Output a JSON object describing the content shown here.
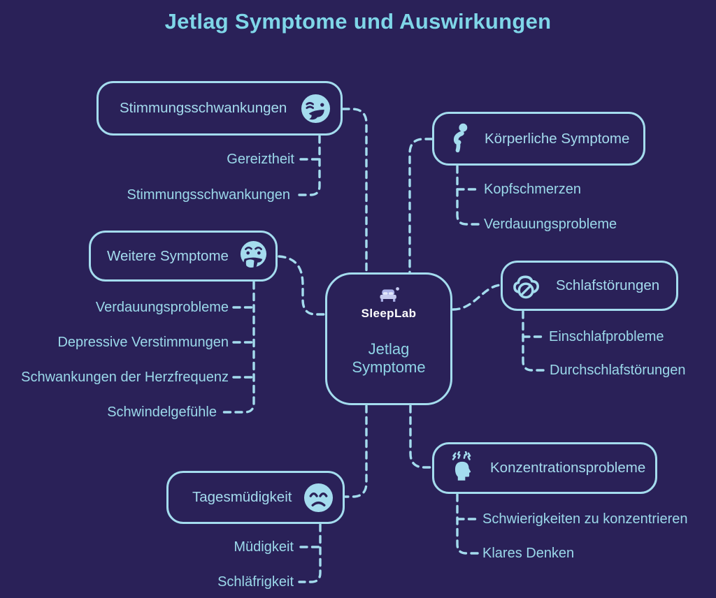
{
  "title": "Jetlag Symptome und Auswirkungen",
  "colors": {
    "background": "#2a2158",
    "accent": "#a4dcee",
    "title_text": "#7fd6e8",
    "logo_text": "#ffffff"
  },
  "center": {
    "logo": "SleepLab",
    "logo_icon": "bed-moon-icon",
    "label": "Jetlag Symptome"
  },
  "branches": [
    {
      "id": "stimmungsschwankungen",
      "label": "Stimmungsschwankungen",
      "icon": "zany-face-icon",
      "children": [
        "Gereiztheit",
        "Stimmungsschwankungen"
      ]
    },
    {
      "id": "koerperliche-symptome",
      "label": "Körperliche Symptome",
      "icon": "aching-person-icon",
      "children": [
        "Kopfschmerzen",
        "Verdauungsprobleme"
      ]
    },
    {
      "id": "weitere-symptome",
      "label": "Weitere Symptome",
      "icon": "nauseated-face-icon",
      "children": [
        "Verdauungsprobleme",
        "Depressive Verstimmungen",
        "Schwankungen der Herzfrequenz",
        "Schwindelgefühle"
      ]
    },
    {
      "id": "schlafstoerungen",
      "label": "Schlafstörungen",
      "icon": "no-sleep-cloud-icon",
      "children": [
        "Einschlafprobleme",
        "Durchschlafstörungen"
      ]
    },
    {
      "id": "tagesmuedigkeit",
      "label": "Tagesmüdigkeit",
      "icon": "weary-face-icon",
      "children": [
        "Müdigkeit",
        "Schläfrigkeit"
      ]
    },
    {
      "id": "konzentrationsprobleme",
      "label": "Konzentrationsprobleme",
      "icon": "stressed-head-icon",
      "children": [
        "Schwierigkeiten zu konzentrieren",
        "Klares Denken"
      ]
    }
  ]
}
